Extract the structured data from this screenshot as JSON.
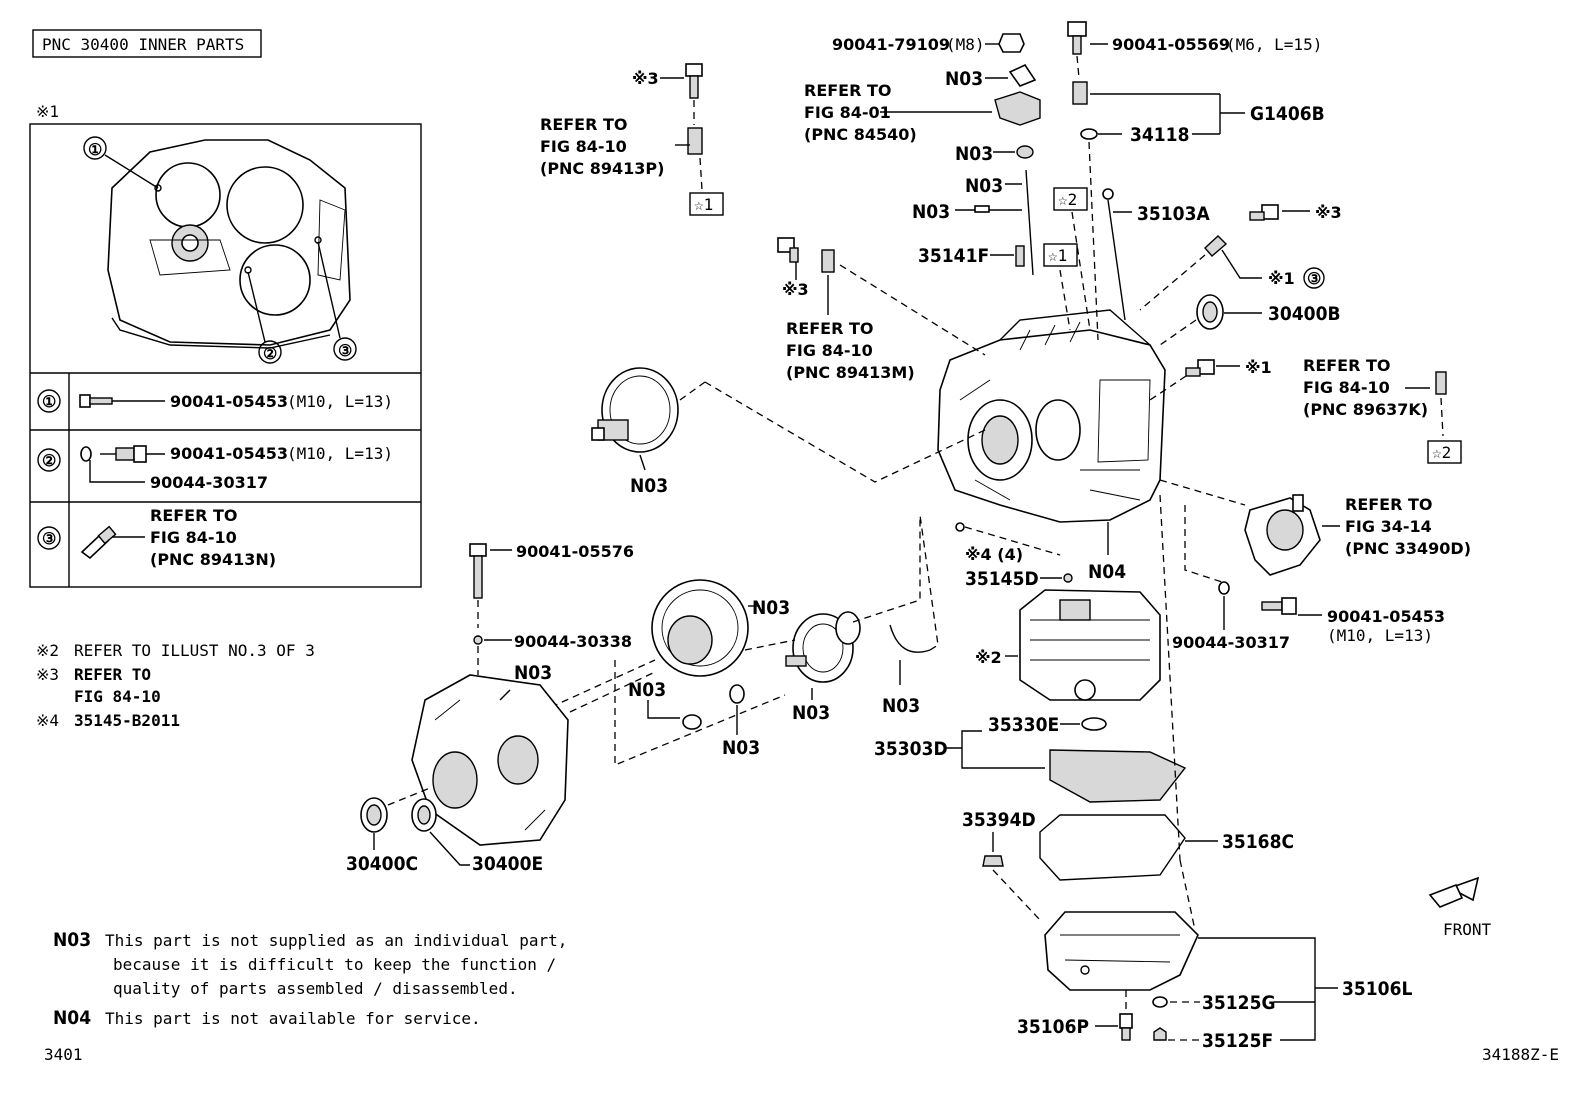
{
  "header": {
    "pnc_title": "PNC 30400 INNER PARTS"
  },
  "inset": {
    "mark": "※1",
    "callouts": [
      "①",
      "②",
      "③"
    ],
    "rows": [
      {
        "num": "①",
        "part": "90041-05453",
        "spec": "(M10, L=13)"
      },
      {
        "num": "②",
        "part": "90041-05453",
        "spec": "(M10, L=13)",
        "washer": "90044-30317"
      },
      {
        "num": "③",
        "refer": [
          "REFER TO",
          "FIG 84-10",
          "(PNC 89413N)"
        ]
      }
    ]
  },
  "notes": {
    "n2": {
      "mark": "※2",
      "text": "REFER TO ILLUST NO.3 OF 3"
    },
    "n3": {
      "mark": "※3",
      "line1": "REFER TO",
      "line2": "FIG 84-10"
    },
    "n4": {
      "mark": "※4",
      "text": "35145-B2011"
    }
  },
  "legend": {
    "n03_code": "N03",
    "n03_lines": [
      "This part is not supplied as an individual part,",
      "because it is difficult to keep the function /",
      "quality of parts assembled / disassembled."
    ],
    "n04_code": "N04",
    "n04_text": "This part is not available for service."
  },
  "footer": {
    "left": "3401",
    "right": "34188Z-E"
  },
  "front_label": "FRONT",
  "labels": {
    "p90041_79109": "90041-79109",
    "p90041_79109_spec": "(M8)",
    "p90041_05569": "90041-05569",
    "p90041_05569_spec": "(M6, L=15)",
    "p90041_05576": "90041-05576",
    "p90044_30338": "90044-30338",
    "p90041_05453": "90041-05453",
    "p90041_05453_spec": "(M10, L=13)",
    "p90044_30317": "90044-30317",
    "g1406b": "G1406B",
    "p34118": "34118",
    "p35103a": "35103A",
    "p35141f": "35141F",
    "p30400b": "30400B",
    "p30400c": "30400C",
    "p30400e": "30400E",
    "p35145d": "35145D",
    "p35330e": "35330E",
    "p35303d": "35303D",
    "p35394d": "35394D",
    "p35168c": "35168C",
    "p35106l": "35106L",
    "p35125g": "35125G",
    "p35125f": "35125F",
    "p35106p": "35106P",
    "n03": "N03",
    "n04": "N04",
    "mark1": "※1",
    "mark2": "※2",
    "mark3": "※3",
    "mark4": "※4 (4)",
    "star1": "☆1",
    "star2": "☆2",
    "circle3": "③"
  },
  "refs": {
    "r84_01": [
      "REFER TO",
      "FIG 84-01",
      "(PNC 84540)"
    ],
    "r89413p": [
      "REFER TO",
      "FIG 84-10",
      "(PNC 89413P)"
    ],
    "r89413m": [
      "REFER TO",
      "FIG 84-10",
      "(PNC 89413M)"
    ],
    "r89637k": [
      "REFER TO",
      "FIG 84-10",
      "(PNC 89637K)"
    ],
    "r33490d": [
      "REFER TO",
      "FIG 34-14",
      "(PNC 33490D)"
    ]
  }
}
